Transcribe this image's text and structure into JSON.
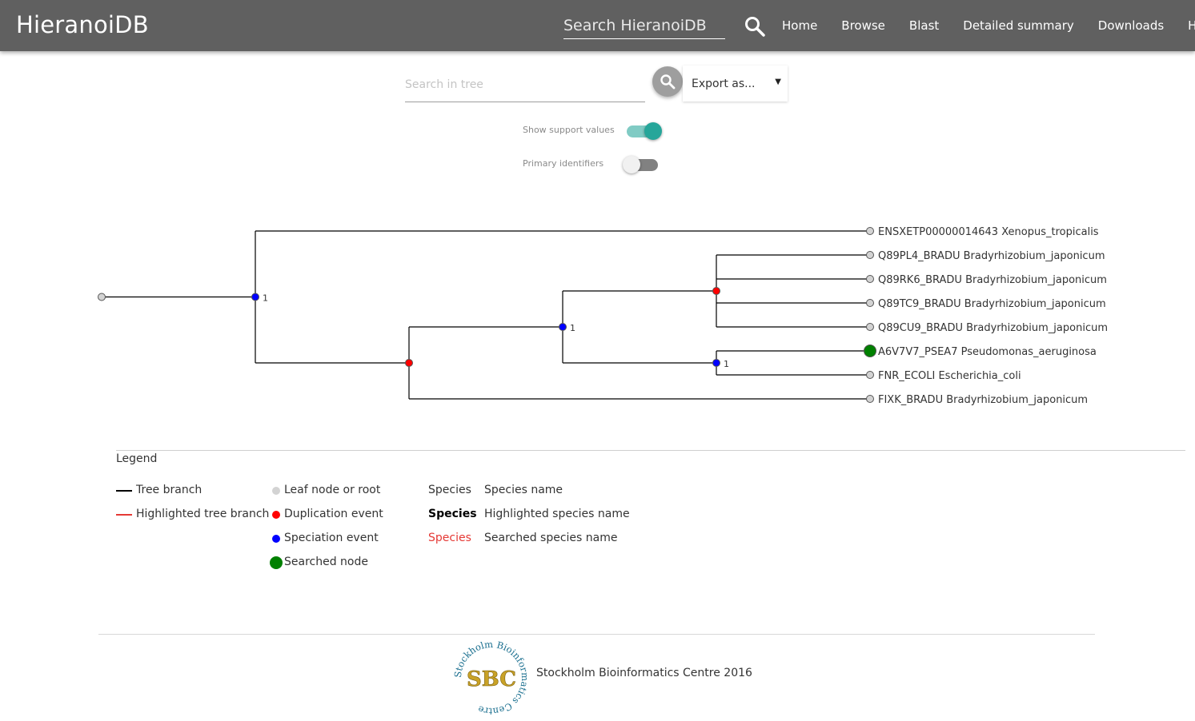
{
  "header": {
    "brand": "HieranoiDB",
    "search_placeholder": "Search HieranoiDB",
    "nav": [
      "Home",
      "Browse",
      "Blast",
      "Detailed summary",
      "Downloads",
      "Help"
    ]
  },
  "controls": {
    "tree_search_placeholder": "Search in tree",
    "export_label": "Export as...",
    "show_support_values": {
      "label": "Show support values",
      "on": true
    },
    "primary_identifiers": {
      "label": "Primary identifiers",
      "on": false
    }
  },
  "tree": {
    "leaves": [
      {
        "id": "ENSXETP00000014643",
        "species": "Xenopus_tropicalis",
        "searched": false
      },
      {
        "id": "Q89PL4_BRADU",
        "species": "Bradyrhizobium_japonicum",
        "searched": false
      },
      {
        "id": "Q89RK6_BRADU",
        "species": "Bradyrhizobium_japonicum",
        "searched": false
      },
      {
        "id": "Q89TC9_BRADU",
        "species": "Bradyrhizobium_japonicum",
        "searched": false
      },
      {
        "id": "Q89CU9_BRADU",
        "species": "Bradyrhizobium_japonicum",
        "searched": false
      },
      {
        "id": "A6V7V7_PSEA7",
        "species": "Pseudomonas_aeruginosa",
        "searched": true
      },
      {
        "id": "FNR_ECOLI",
        "species": "Escherichia_coli",
        "searched": false
      },
      {
        "id": "FIXK_BRADU",
        "species": "Bradyrhizobium_japonicum",
        "searched": false
      }
    ],
    "internal_nodes": [
      {
        "event": "speciation",
        "support": "1"
      },
      {
        "event": "duplication",
        "support": ""
      },
      {
        "event": "speciation",
        "support": "1"
      },
      {
        "event": "duplication",
        "support": ""
      },
      {
        "event": "speciation",
        "support": "1"
      }
    ],
    "colors": {
      "branch": "#000000",
      "leaf_node": "#d3d3d3",
      "duplication": "#ff0000",
      "speciation": "#0000ff",
      "searched": "#008000"
    }
  },
  "legend": {
    "title": "Legend",
    "tree_branch": "Tree branch",
    "highlighted_branch": "Highlighted tree branch",
    "leaf_or_root": "Leaf node or root",
    "duplication_event": "Duplication event",
    "speciation_event": "Speciation event",
    "searched_node": "Searched node",
    "species_sample": "Species",
    "species_name": "Species name",
    "highlighted_species_name": "Highlighted species name",
    "searched_species_name": "Searched species name",
    "colors": {
      "highlight_red": "#e53935",
      "black": "#000000"
    }
  },
  "footer": {
    "text": "Stockholm Bioinformatics Centre 2016",
    "logo_text": "SBC",
    "logo_ring_text": "Stockholm Bioinformatics Centre"
  }
}
